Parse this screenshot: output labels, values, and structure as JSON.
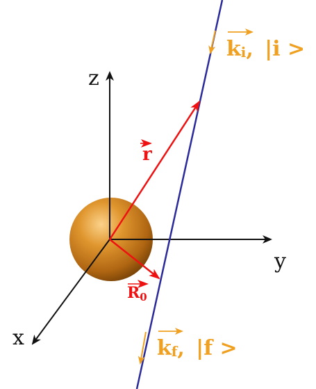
{
  "axes": {
    "z_label": "z",
    "y_label": "y",
    "x_label": "x"
  },
  "vectors": {
    "r_label": "r",
    "R0_main": "R",
    "R0_sub": "0"
  },
  "states": {
    "ki_main": "k",
    "ki_sub": "i",
    "ki_ket": "|i >",
    "kf_main": "k",
    "kf_sub": "f",
    "kf_ket": "|f >"
  },
  "colors": {
    "axis": "#111111",
    "vector": "#ee1111",
    "trajectory": "#2a2a9a",
    "state_text": "#f0a020",
    "sphere_light": "#f6c070",
    "sphere_mid": "#c87a20",
    "sphere_dark": "#7a4506"
  }
}
